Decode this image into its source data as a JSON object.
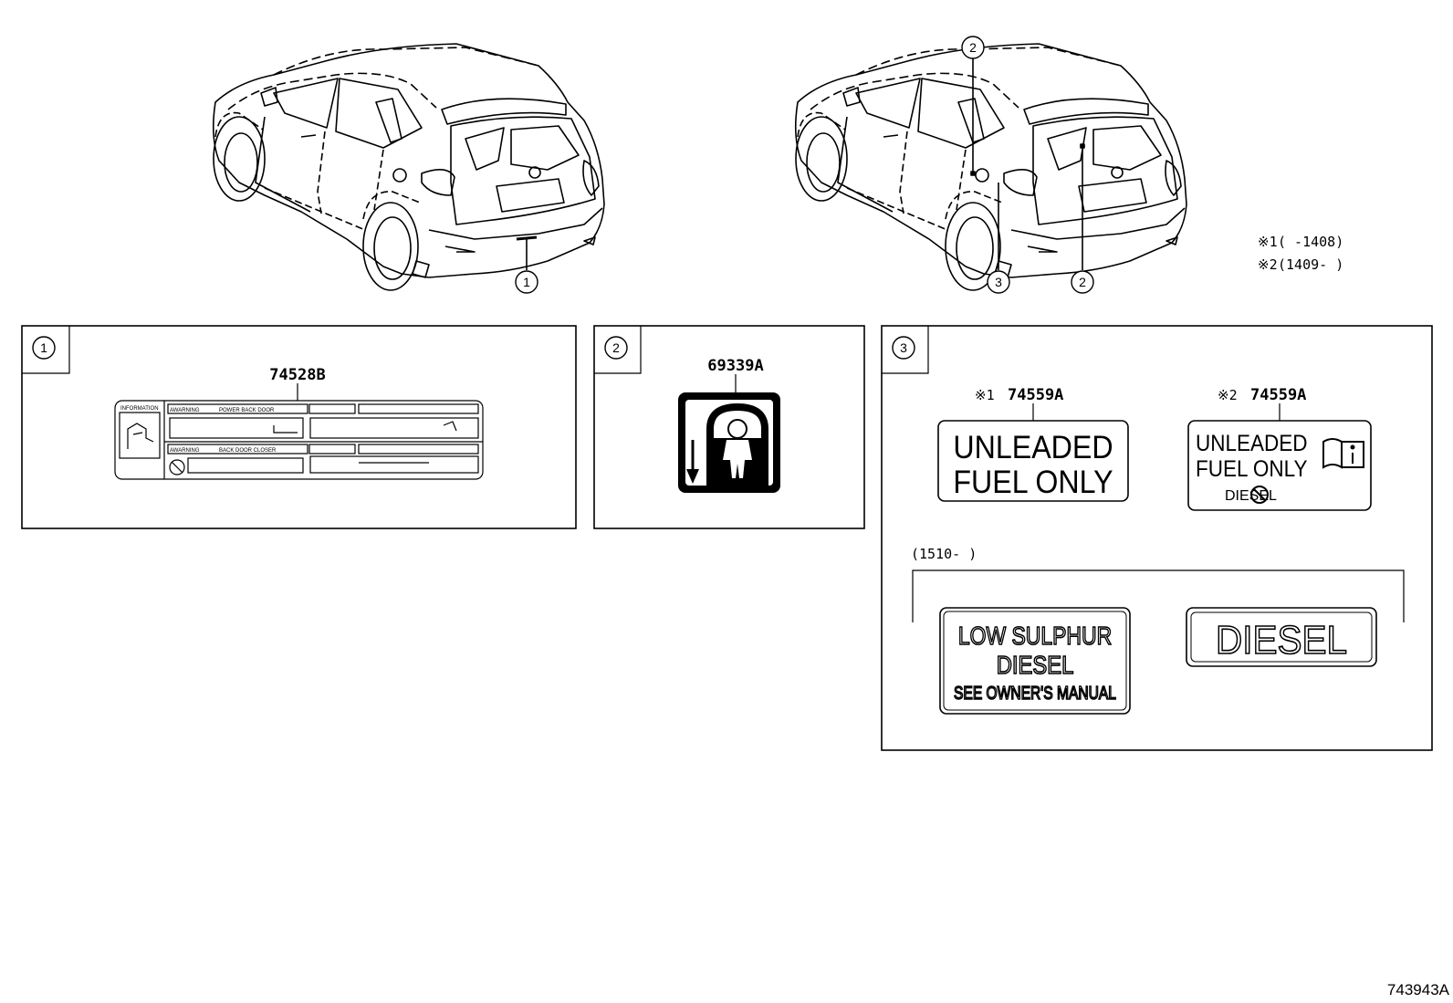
{
  "callouts": {
    "c1": "1",
    "c2": "2",
    "c3": "3"
  },
  "notes": {
    "note1_mark": "※1",
    "note1_range": "(      -1408)",
    "note2_mark": "※2",
    "note2_range": "(1409-      )",
    "note3_range": "(1510-      )"
  },
  "panel1": {
    "label": "1",
    "part": "74528B",
    "label_text": {
      "info": "INFORMATION",
      "warn1": "AWARNING",
      "warn1b": "POWER BACK DOOR",
      "warn2": "AWARNING",
      "warn2b": "BACK DOOR CLOSER"
    }
  },
  "panel2": {
    "label": "2",
    "part": "69339A"
  },
  "panel3": {
    "label": "3",
    "decal1": {
      "mark": "※1",
      "part": "74559A",
      "line1": "UNLEADED",
      "line2": "FUEL ONLY"
    },
    "decal2": {
      "mark": "※2",
      "part": "74559A",
      "line1": "UNLEADED",
      "line2": "FUEL ONLY",
      "line3": "DIESEL"
    },
    "decal3": {
      "line1": "LOW SULPHUR",
      "line2": "DIESEL",
      "line3": "SEE OWNER'S MANUAL"
    },
    "decal4": {
      "line1": "DIESEL"
    }
  },
  "figure_id": "743943A",
  "icons": [
    "car-rear-view",
    "padlock-child-icon",
    "owner-manual-info-icon",
    "no-sign-icon"
  ]
}
